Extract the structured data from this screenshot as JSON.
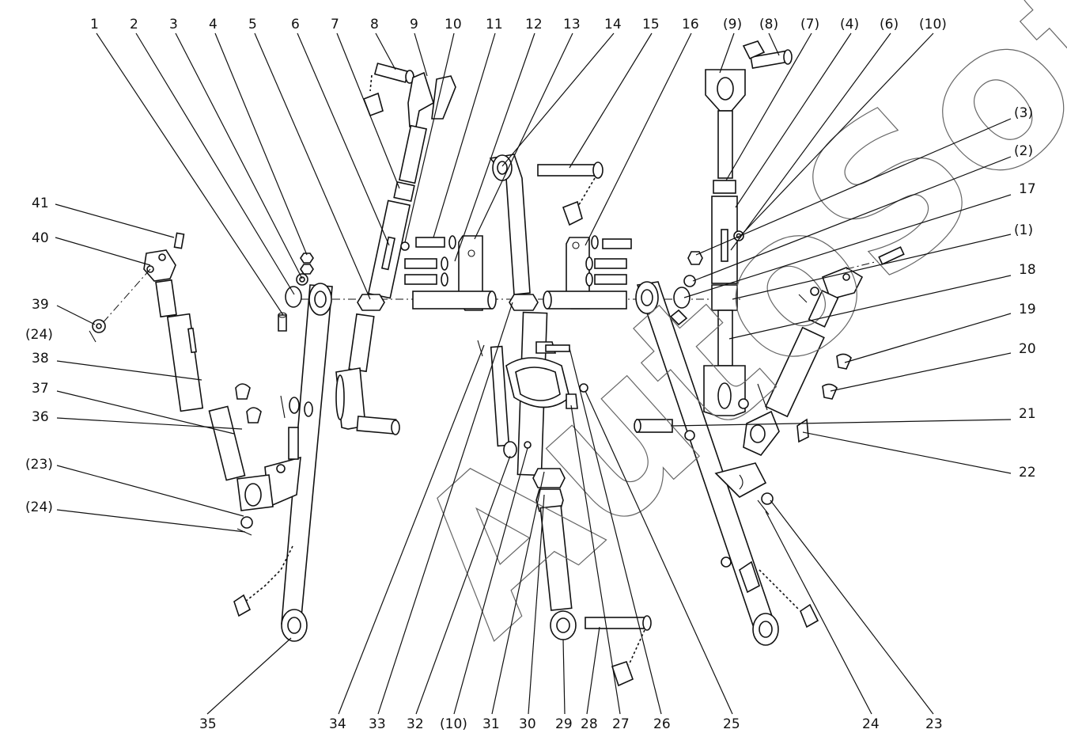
{
  "watermark": "AutoSoft",
  "callouts": {
    "c1": "1",
    "c2": "2",
    "c3": "3",
    "c4": "4",
    "c5": "5",
    "c6": "6",
    "c7": "7",
    "c8": "8",
    "c9": "9",
    "c10": "10",
    "c11": "11",
    "c12": "12",
    "c13": "13",
    "c14": "14",
    "c15": "15",
    "c16": "16",
    "p9": "(9)",
    "p8": "(8)",
    "p7": "(7)",
    "p4": "(4)",
    "p6": "(6)",
    "p10": "(10)",
    "p3": "(3)",
    "p2": "(2)",
    "c17": "17",
    "p1": "(1)",
    "c18": "18",
    "c19": "19",
    "c20": "20",
    "c21": "21",
    "c22": "22",
    "c41": "41",
    "c40": "40",
    "c39": "39",
    "p24a": "(24)",
    "c38": "38",
    "c37": "37",
    "c36": "36",
    "p23": "(23)",
    "p24b": "(24)",
    "c35": "35",
    "c34": "34",
    "c33": "33",
    "c32": "32",
    "p10b": "(10)",
    "c31": "31",
    "c30": "30",
    "c29": "29",
    "c28": "28",
    "c27": "27",
    "c26": "26",
    "c25": "25",
    "c24": "24",
    "c23": "23"
  }
}
